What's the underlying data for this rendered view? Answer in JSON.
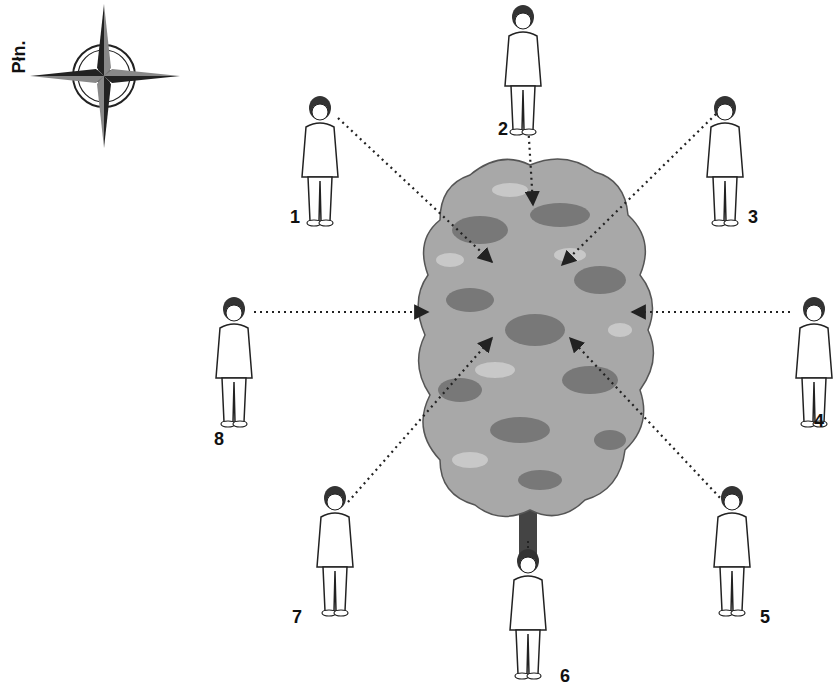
{
  "diagram": {
    "labels": [
      "Płn.",
      "1",
      "2",
      "3",
      "4",
      "5",
      "6",
      "7",
      "8"
    ]
  }
}
